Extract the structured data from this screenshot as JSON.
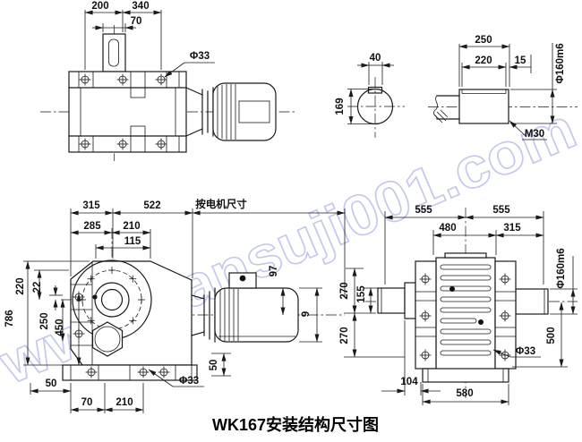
{
  "colors": {
    "line": "#1a1a1a",
    "watermark": "#c4c8ec",
    "background": "#ffffff"
  },
  "watermark": {
    "text": "www.jiansuji001.com"
  },
  "caption": {
    "text": "WK167安装结构尺寸图"
  },
  "top_view": {
    "dim_200": "200",
    "dim_340": "340",
    "dim_70": "70",
    "label_phi33": "Φ33"
  },
  "shaft_section": {
    "dim_40": "40",
    "dim_169": "169"
  },
  "shaft_detail": {
    "dim_250": "250",
    "dim_220": "220",
    "dim_15": "15",
    "label_phi160m6": "Φ160m6",
    "label_m30": "M30"
  },
  "front_view": {
    "dim_315": "315",
    "dim_522": "522",
    "note_motor": "按电机尺寸",
    "dim_285": "285",
    "dim_210_top": "210",
    "dim_115": "115",
    "dim_786": "786",
    "dim_450": "450",
    "dim_250": "250",
    "dim_220": "220",
    "dim_22": "22",
    "dim_97": "97",
    "dim_9": "9",
    "dim_50_left": "50",
    "dim_70": "70",
    "dim_210_bottom": "210",
    "label_phi33": "Φ33",
    "dim_50_right": "50"
  },
  "side_view": {
    "dim_555_left": "555",
    "dim_555_right": "555",
    "dim_480": "480",
    "dim_315": "315",
    "label_phi160m6": "Φ160m6",
    "dim_270_top": "270",
    "dim_155": "155",
    "dim_270_bottom": "270",
    "dim_500": "500",
    "dim_104": "104",
    "dim_580": "580",
    "label_phi33": "Φ33"
  }
}
